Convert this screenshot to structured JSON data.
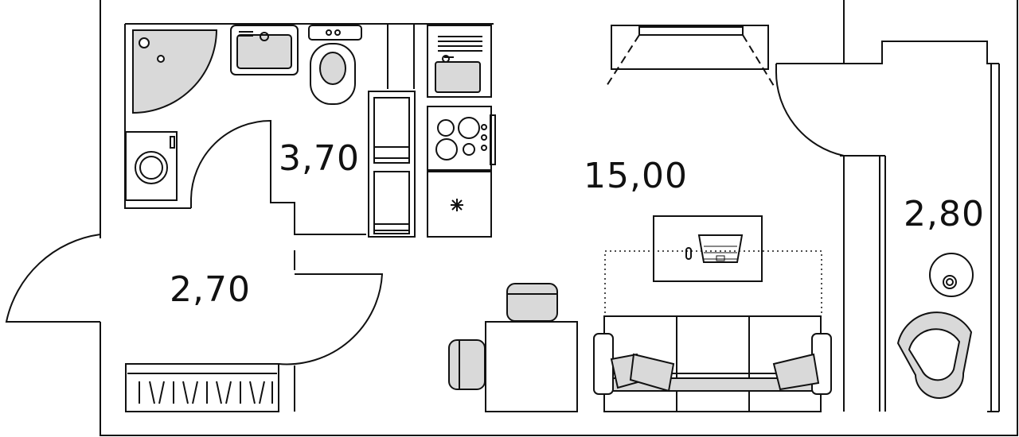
{
  "rooms": {
    "bathroom": {
      "area": "3,70"
    },
    "living_room": {
      "area": "15,00"
    },
    "balcony": {
      "area": "2,80"
    },
    "hallway": {
      "area": "2,70"
    }
  },
  "colors": {
    "wall": "#111111",
    "fixture_fill": "#d9d9d9",
    "background": "#ffffff"
  }
}
